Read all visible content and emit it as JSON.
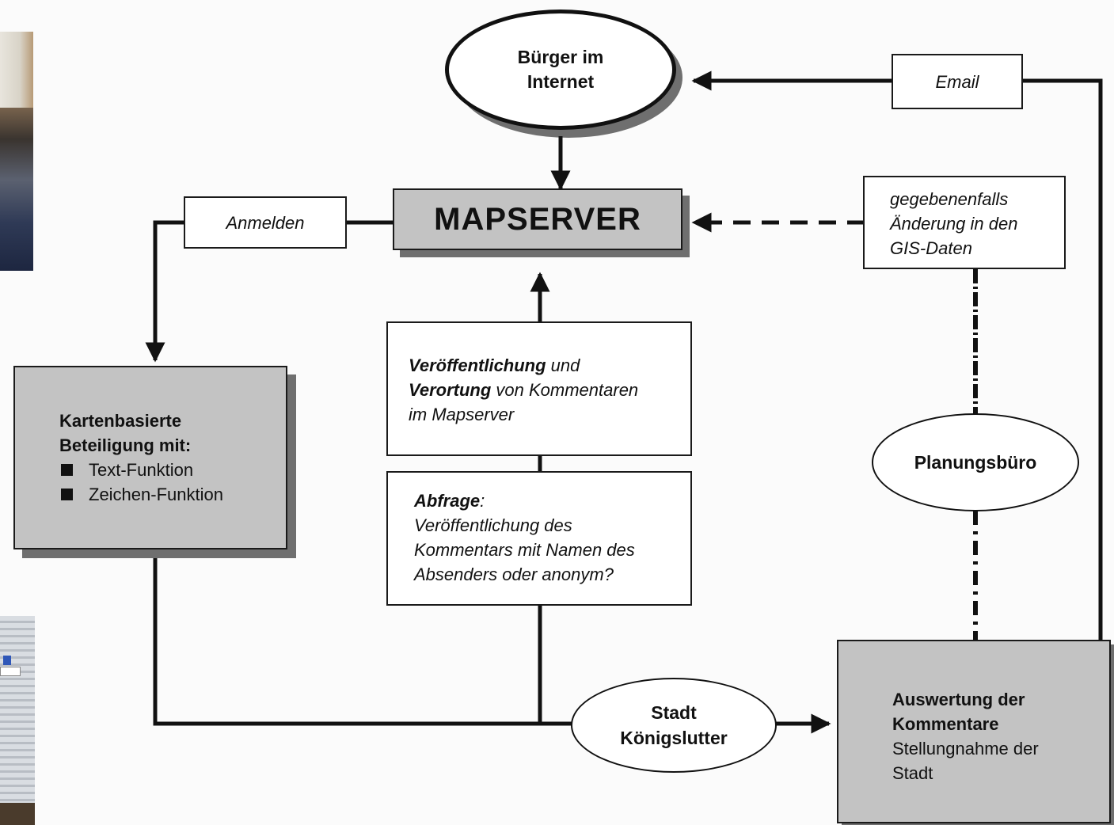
{
  "nodes": {
    "buerger": {
      "line1": "Bürger im",
      "line2": "Internet"
    },
    "email": "Email",
    "mapserver": "MAPSERVER",
    "anmelden": "Anmelden",
    "gis": {
      "line1": "gegebenenfalls",
      "line2": "Änderung in den",
      "line3": "GIS-Daten"
    },
    "kartenbasiert": {
      "line1": "Kartenbasierte",
      "line2": "Beteiligung mit:",
      "items": [
        "Text-Funktion",
        "Zeichen-Funktion"
      ]
    },
    "veroeffentlichung": {
      "b1": "Veröffentlichung",
      "t1": " und",
      "b2": "Verortung",
      "t2": " von Kommentaren",
      "t3": "im Mapserver"
    },
    "abfrage": {
      "b1": "Abfrage",
      "t1": ":",
      "t2": "Veröffentlichung des",
      "t3": "Kommentars mit Namen des",
      "t4": "Absenders oder anonym?"
    },
    "planungsbuero": "Planungsbüro",
    "stadt": {
      "line1": "Stadt",
      "line2": "Königslutter"
    },
    "auswertung": {
      "line1": "Auswertung der",
      "line2": "Kommentare",
      "line3": "Stellungnahme der",
      "line4": "Stadt"
    }
  },
  "colors": {
    "gray_box": "#c3c3c3",
    "shadow": "#6f6f6f",
    "line": "#111111",
    "background": "#fbfbfb"
  }
}
